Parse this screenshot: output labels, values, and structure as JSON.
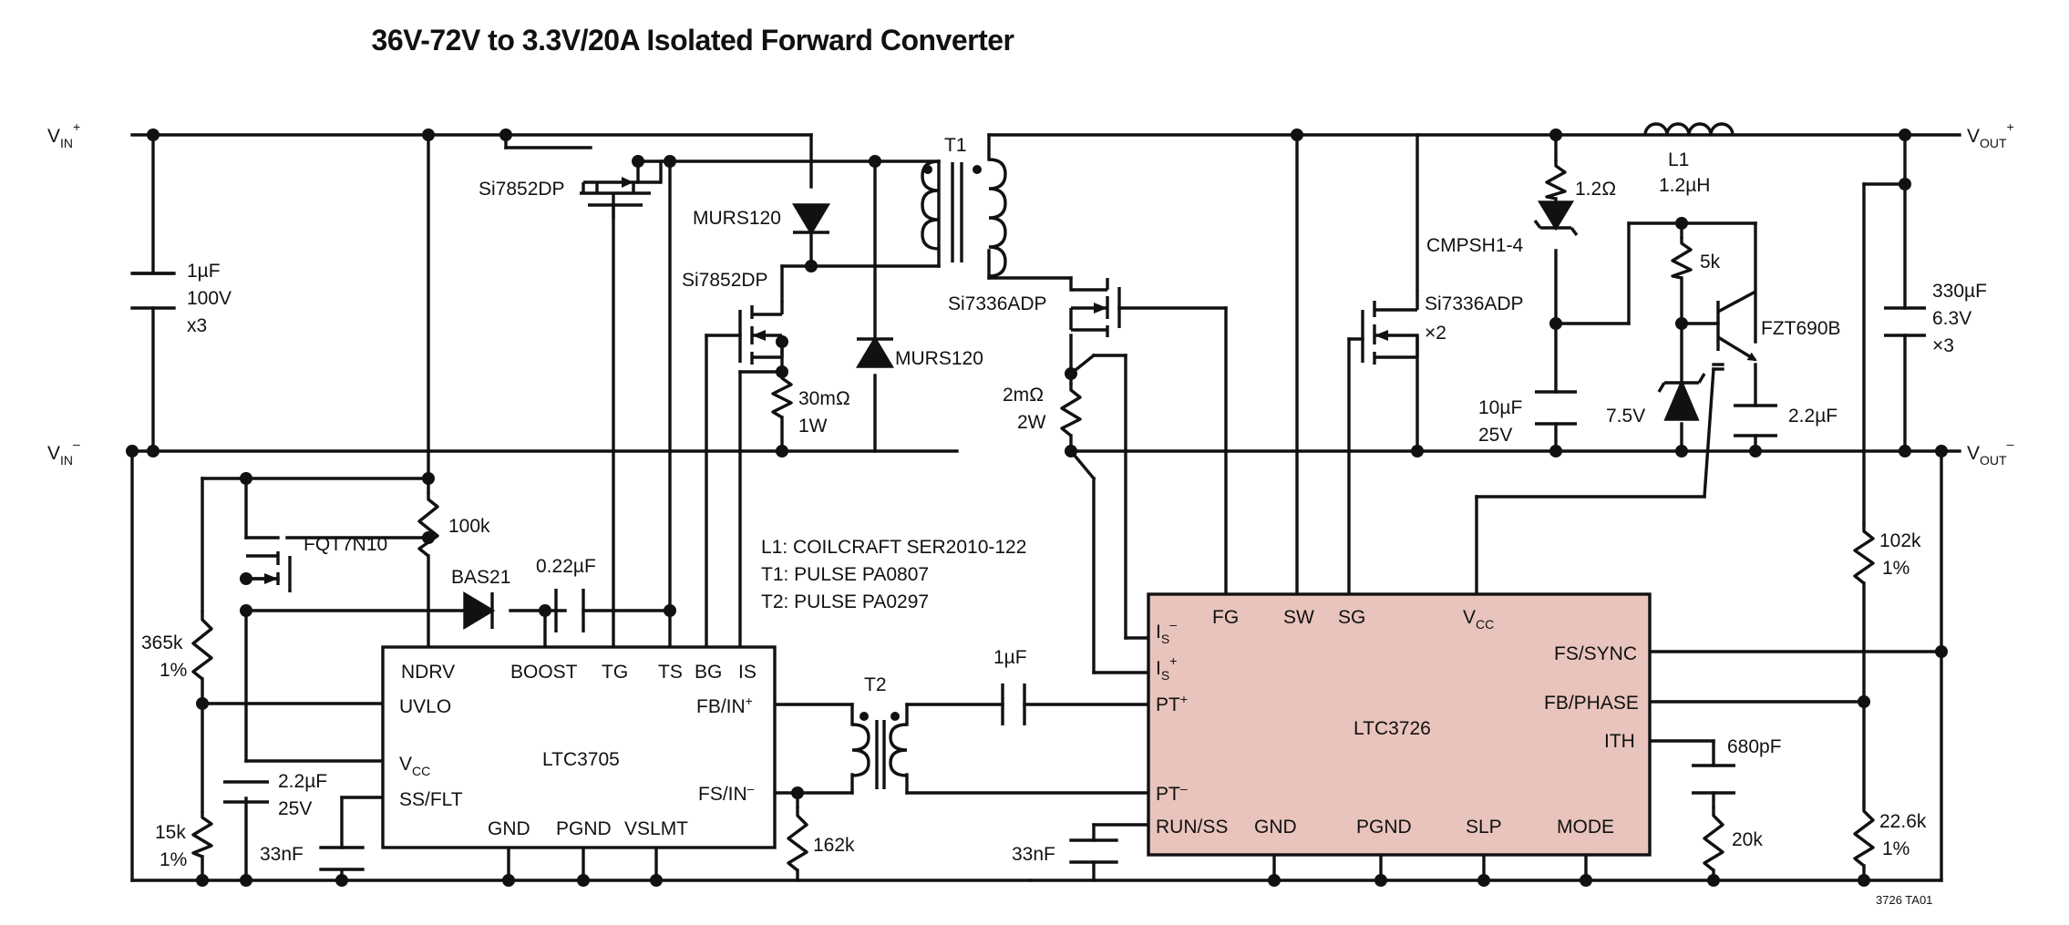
{
  "title": "36V-72V to 3.3V/20A Isolated Forward Converter",
  "figure_id": "3726 TA01",
  "rails": {
    "vin_plus": {
      "main": "V",
      "sub": "IN",
      "sup": "+"
    },
    "vin_minus": {
      "main": "V",
      "sub": "IN",
      "sup": "–"
    },
    "vout_plus": {
      "main": "V",
      "sub": "OUT",
      "sup": "+"
    },
    "vout_minus": {
      "main": "V",
      "sub": "OUT",
      "sup": "–"
    }
  },
  "components": {
    "c_in": [
      "1µF",
      "100V",
      "x3"
    ],
    "q_top": "Si7852DP",
    "q_bottom": "Si7852DP",
    "d_clamp1": "MURS120",
    "d_clamp2": "MURS120",
    "r_sense_primary": [
      "30mΩ",
      "1W"
    ],
    "transformer_t1": "T1",
    "q_sync_fg": "Si7336ADP",
    "r_sense_secondary": [
      "2mΩ",
      "2W"
    ],
    "q_sync_sg": [
      "Si7336ADP",
      "×2"
    ],
    "r_12ohm": "1.2Ω",
    "d_cmpsh": "CMPSH1-4",
    "c_10uf": [
      "10µF",
      "25V"
    ],
    "inductor_l1": [
      "L1",
      "1.2µH"
    ],
    "r_5k": "5k",
    "q_fzt": "FZT690B",
    "zener": "7.5V",
    "c_22uf_out": "2.2µF",
    "c_out": [
      "330µF",
      "6.3V",
      "×3"
    ],
    "r_100k": "100k",
    "q_fqt": "FQT7N10",
    "d_bas21": "BAS21",
    "c_boost": "0.22µF",
    "r_365k": [
      "365k",
      "1%"
    ],
    "r_15k": [
      "15k",
      "1%"
    ],
    "c_vcc": [
      "2.2µF",
      "25V"
    ],
    "c_ss_3705": "33nF",
    "r_162k": "162k",
    "transformer_t2": "T2",
    "c_1uf_couple": "1µF",
    "c_ss_3726": "33nF",
    "c_680pf": "680pF",
    "r_20k": "20k",
    "r_102k": [
      "102k",
      "1%"
    ],
    "r_226k": [
      "22.6k",
      "1%"
    ]
  },
  "notes": [
    "L1: COILCRAFT SER2010-122",
    "T1: PULSE PA0807",
    "T2: PULSE PA0297"
  ],
  "ic_ltc3705": {
    "name": "LTC3705",
    "pins": {
      "ndrv": "NDRV",
      "boost": "BOOST",
      "tg": "TG",
      "ts": "TS",
      "bg": "BG",
      "is": "IS",
      "uvlo": "UVLO",
      "vcc": {
        "main": "V",
        "sub": "CC"
      },
      "ssflt": "SS/FLT",
      "fbin": {
        "main": "FB/IN",
        "sup": "+"
      },
      "fsin": {
        "main": "FS/IN",
        "sup": "–"
      },
      "gnd": "GND",
      "pgnd": "PGND",
      "vslmt": "VSLMT"
    }
  },
  "ic_ltc3726": {
    "name": "LTC3726",
    "fill": "#e8c4bc",
    "pins": {
      "fg": "FG",
      "sw": "SW",
      "sg": "SG",
      "vcc": {
        "main": "V",
        "sub": "CC"
      },
      "is_minus": {
        "main": "I",
        "sub": "S",
        "sup": "–"
      },
      "is_plus": {
        "main": "I",
        "sub": "S",
        "sup": "+"
      },
      "pt_plus": {
        "main": "PT",
        "sup": "+"
      },
      "pt_minus": {
        "main": "PT",
        "sup": "–"
      },
      "runss": "RUN/SS",
      "gnd": "GND",
      "pgnd": "PGND",
      "slp": "SLP",
      "mode": "MODE",
      "fssync": "FS/SYNC",
      "fbphase": "FB/PHASE",
      "ith": "ITH"
    }
  }
}
